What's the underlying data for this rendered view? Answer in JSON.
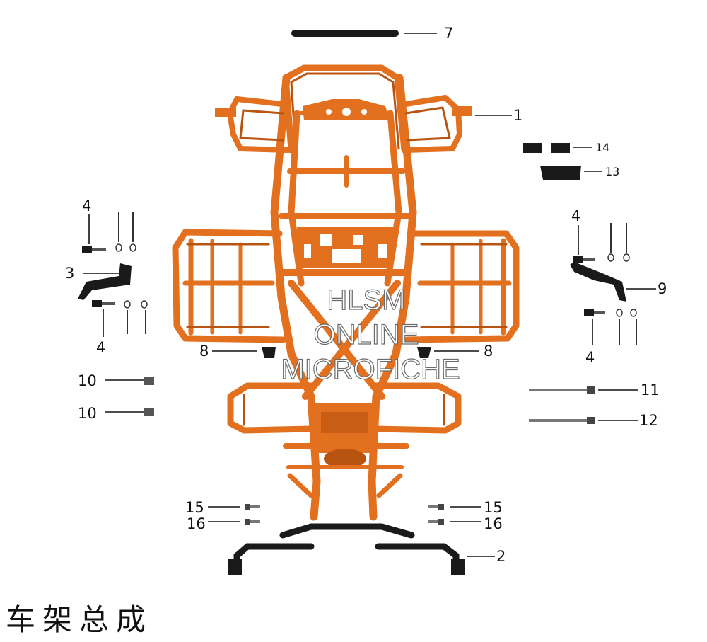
{
  "title": "车架总成",
  "watermark": [
    "HLSM",
    "ONLINE",
    "MICROFICHE"
  ],
  "callouts": {
    "c1": "1",
    "c2": "2",
    "c3": "3",
    "c4a": "4",
    "c4b": "4",
    "c4c": "4",
    "c4d": "4",
    "c7": "7",
    "c8a": "8",
    "c8b": "8",
    "c9": "9",
    "c10a": "10",
    "c10b": "10",
    "c11": "11",
    "c12": "12",
    "c13": "13",
    "c14": "14",
    "c15a": "15",
    "c15b": "15",
    "c16a": "16",
    "c16b": "16"
  },
  "colors": {
    "frame": "#e2701e",
    "frame_shadow": "#b85410",
    "parts": "#1a1a1a",
    "text": "#111111"
  }
}
